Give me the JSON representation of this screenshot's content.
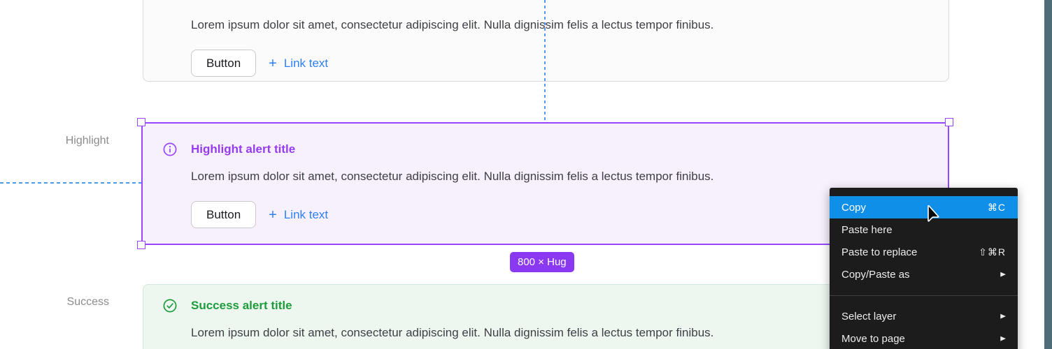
{
  "labels": {
    "highlight": "Highlight",
    "success": "Success"
  },
  "alerts": {
    "default": {
      "body": "Lorem ipsum dolor sit amet, consectetur adipiscing elit. Nulla dignissim felis a lectus tempor finibus.",
      "button": "Button",
      "plus": "+",
      "link": "Link text"
    },
    "highlight": {
      "title": "Highlight alert title",
      "body": "Lorem ipsum dolor sit amet, consectetur adipiscing elit. Nulla dignissim felis a lectus tempor finibus.",
      "button": "Button",
      "plus": "+",
      "link": "Link text"
    },
    "success": {
      "title": "Success alert title",
      "body": "Lorem ipsum dolor sit amet, consectetur adipiscing elit. Nulla dignissim felis a lectus tempor finibus."
    }
  },
  "size_badge": "800 × Hug",
  "context_menu": {
    "items": [
      {
        "label": "Copy",
        "shortcut": "⌘C"
      },
      {
        "label": "Paste here",
        "shortcut": ""
      },
      {
        "label": "Paste to replace",
        "shortcut": "⇧⌘R"
      },
      {
        "label": "Copy/Paste as",
        "arrow": "▶"
      },
      {
        "label": "Select layer",
        "arrow": "▶"
      },
      {
        "label": "Move to page",
        "arrow": "▶"
      }
    ]
  },
  "colors": {
    "selection_purple": "#9747ff",
    "highlight_title": "#963cf0",
    "highlight_fill": "#f7f0fd",
    "success_green": "#1e9c3c",
    "success_fill": "#edf7f0",
    "link_blue": "#2d7ff9",
    "badge_purple": "#8a38f2",
    "menu_highlight_blue": "#0f8fe8",
    "guide_blue": "#4d9be8",
    "panel_teal": "#4e6d78"
  }
}
